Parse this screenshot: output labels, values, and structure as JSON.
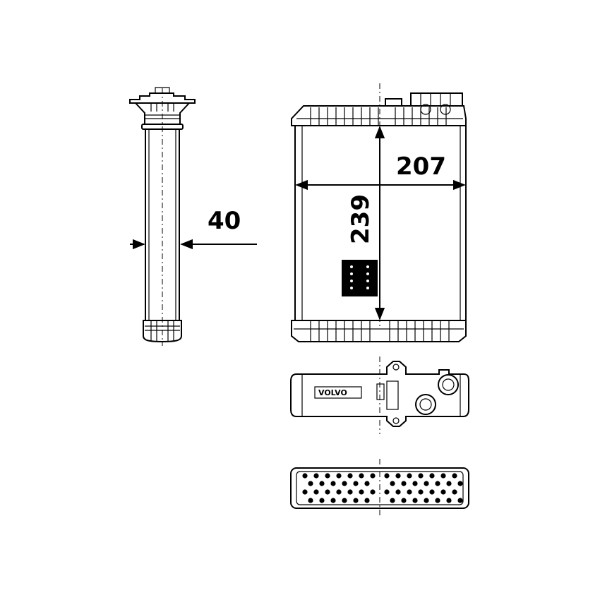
{
  "dimensions": {
    "depth": "40",
    "width": "207",
    "height": "239"
  },
  "tank_logo": "VOLVO",
  "colors": {
    "line": "#000000",
    "background": "#ffffff"
  }
}
